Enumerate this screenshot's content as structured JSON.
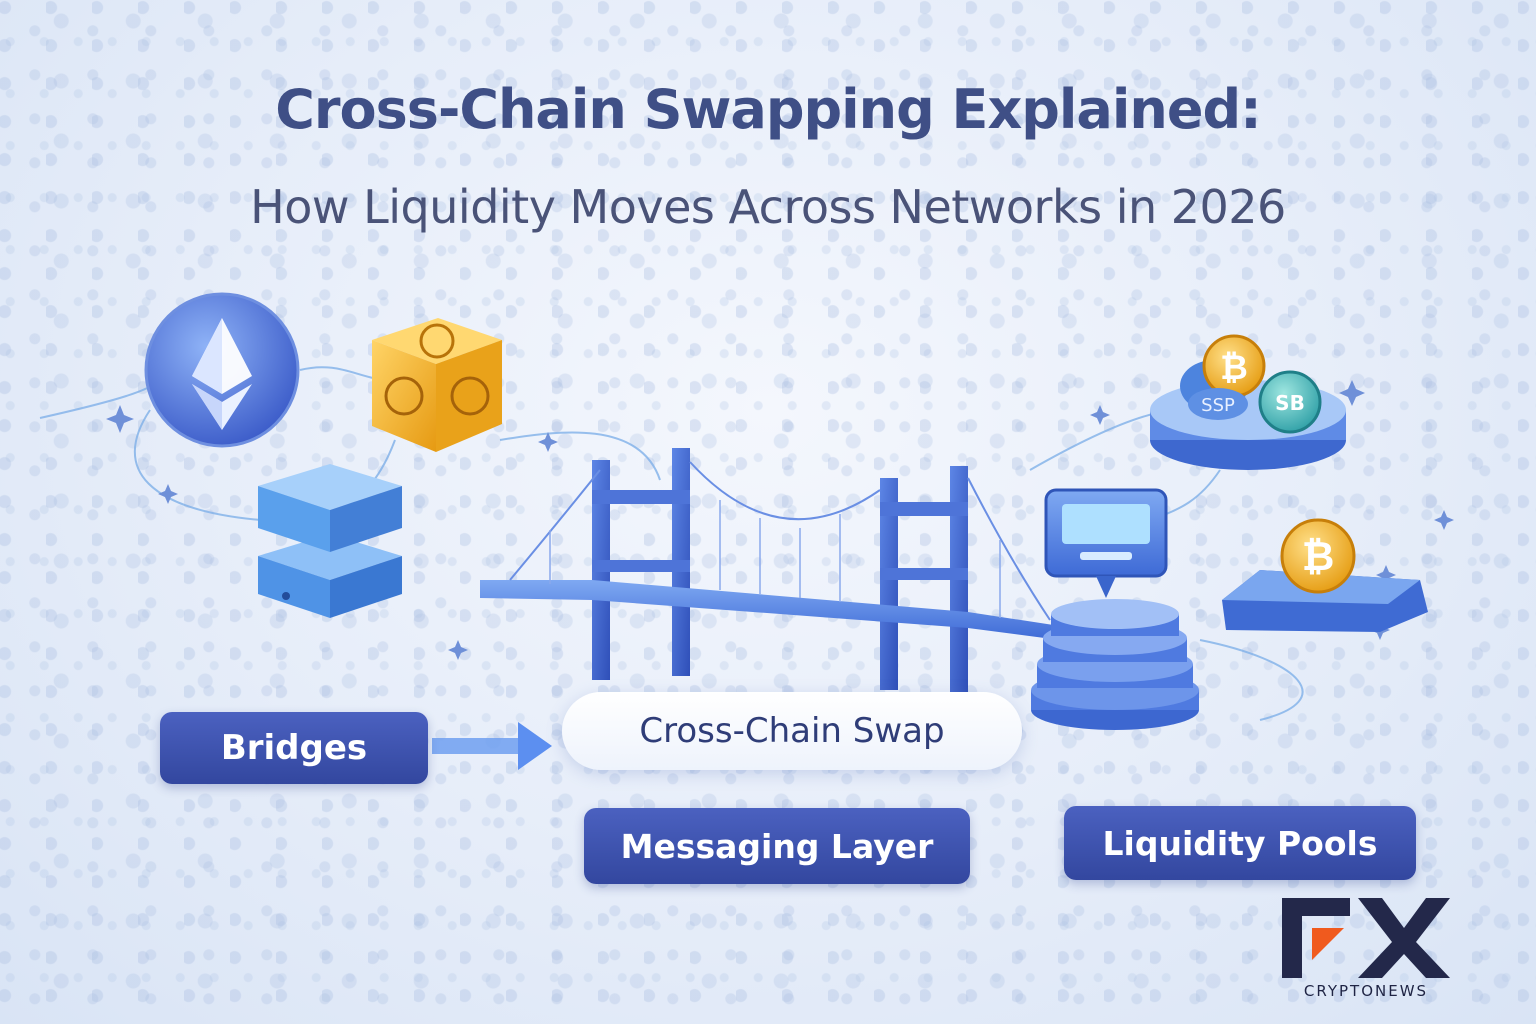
{
  "title": "Cross-Chain Swapping Explained:",
  "subtitle": "How Liquidity Moves Across Networks in 2026",
  "labels": {
    "bridges": "Bridges",
    "swap": "Cross-Chain Swap",
    "messaging": "Messaging Layer",
    "pools": "Liquidity Pools"
  },
  "tokens": {
    "coin_small_1": "SSP",
    "coin_small_2": "SB",
    "btc_symbol": "₿"
  },
  "logo": {
    "mark": "FX",
    "name": "CRYPTONEWS"
  },
  "colors": {
    "title": "#3f4f86",
    "label_bg": "#3a4fae",
    "accent_blue": "#4b7ce0",
    "gold": "#f2b431",
    "logo_dark": "#23284a",
    "logo_orange": "#f05a1e"
  },
  "icons": [
    "ethereum-icon",
    "gold-cube-icon",
    "block-stack-icon",
    "bridge-illustration",
    "monitor-icon",
    "coin-stack-icon",
    "bitcoin-icon"
  ]
}
